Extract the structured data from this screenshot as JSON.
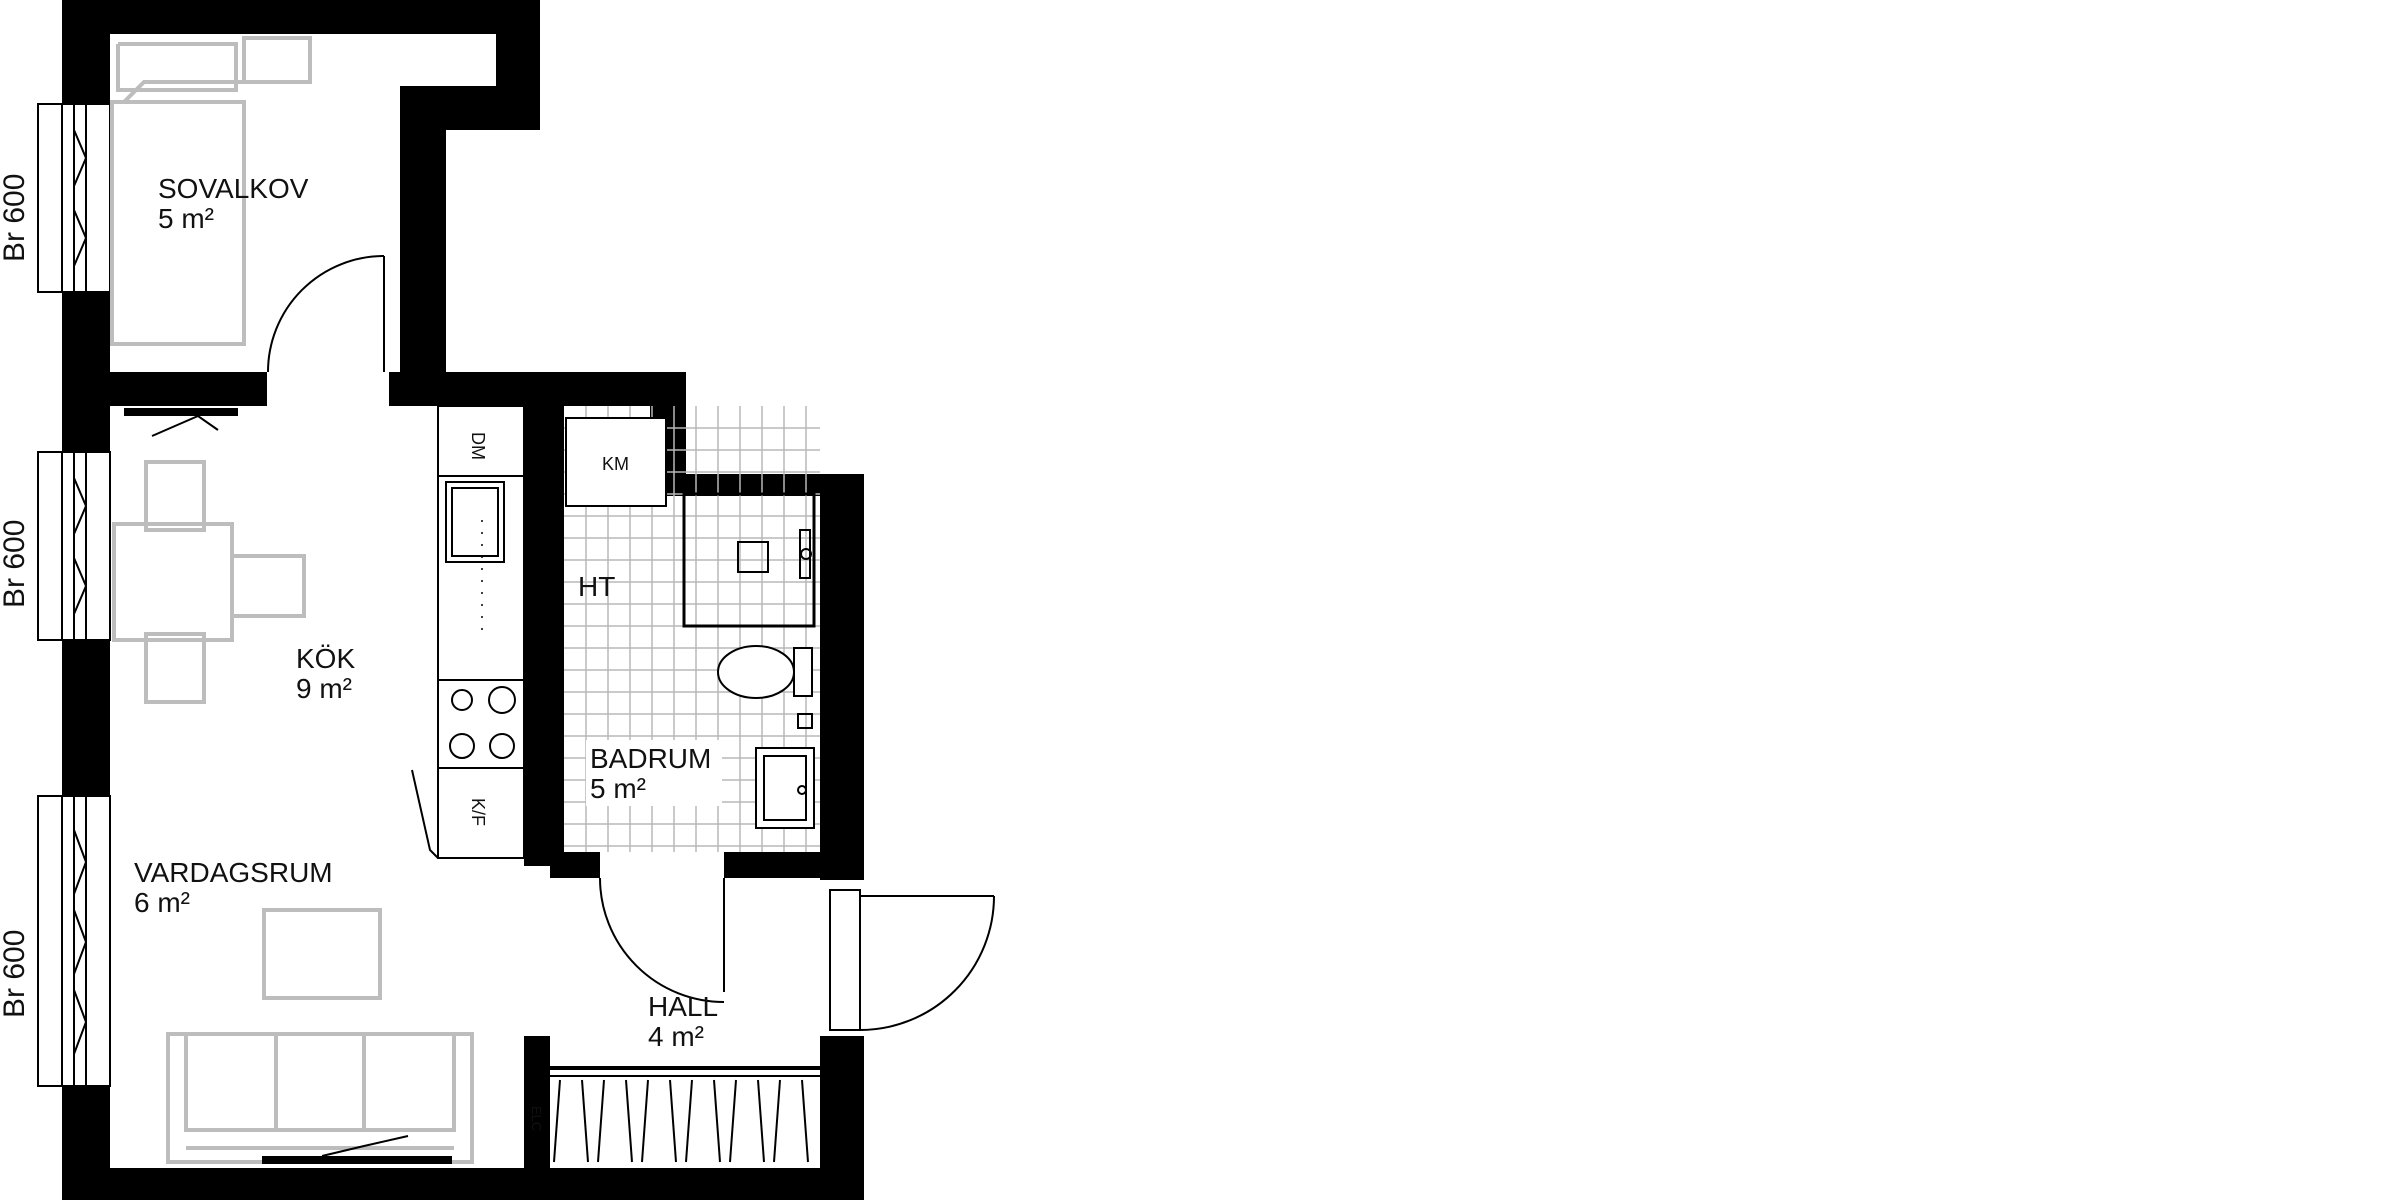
{
  "rooms": {
    "sovalkov": {
      "name": "SOVALKOV",
      "area": "5 m²"
    },
    "kok": {
      "name": "KÖK",
      "area": "9 m²"
    },
    "vardagsrum": {
      "name": "VARDAGSRUM",
      "area": "6 m²"
    },
    "badrum": {
      "name": "BADRUM",
      "area": "5 m²"
    },
    "hall": {
      "name": "HALL",
      "area": "4 m²"
    }
  },
  "fixtures": {
    "dishwasher": "DM",
    "fridge_freezer": "K/F",
    "washing_machine": "KM",
    "heated_towel_rail": "HT",
    "electrical_panel": "ELC"
  },
  "windows": [
    {
      "label": "Br 600"
    },
    {
      "label": "Br 600"
    },
    {
      "label": "Br 600"
    }
  ]
}
